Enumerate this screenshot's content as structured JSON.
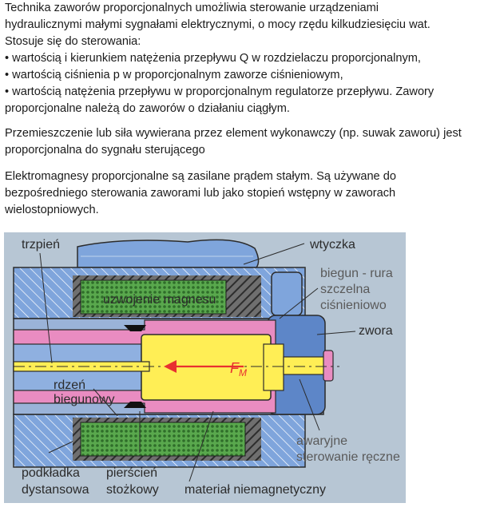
{
  "text": {
    "p1_lines": [
      "Technika zaworów proporcjonalnych umożliwia sterowanie urządzeniami",
      "hydraulicznymi małymi sygnałami elektrycznymi, o mocy rzędu kilkudziesięciu wat.",
      "Stosuje się do sterowania:",
      "• wartością i kierunkiem natężenia przepływu Q w rozdzielaczu proporcjonalnym,",
      "• wartością ciśnienia p w proporcjonalnym zaworze ciśnieniowym,",
      "• wartością natężenia przepływu w proporcjonalnym regulatorze przepływu. Zawory",
      "proporcjonalne należą do zaworów o działaniu ciągłym."
    ],
    "p2_lines": [
      "Przemieszczenie lub siła wywierana przez element wykonawczy (np. suwak zaworu) jest",
      "proporcjonalna do sygnału sterującego"
    ],
    "p3_lines": [
      "Elektromagnesy proporcjonalne są zasilane prądem stałym. Są używane do",
      "bezpośredniego sterowania zaworami lub jako stopień wstępny w zaworach",
      "wielostopniowych."
    ]
  },
  "figure": {
    "labels": {
      "trzpien": "trzpień",
      "wtyczka": "wtyczka",
      "biegun_1": "biegun - rura",
      "biegun_2": "szczelna",
      "biegun_3": "ciśnieniowo",
      "uzwojenie": "uzwojenie magnesu",
      "zwora": "zwora",
      "fm_main": "F",
      "fm_sub": "M",
      "rdzen_1": "rdzeń",
      "rdzen_2": "biegunowy",
      "awaryjne_1": "awaryjne",
      "awaryjne_2": "sterowanie ręczne",
      "podkladka_1": "podkładka",
      "podkladka_2": "dystansowa",
      "pierscien_1": "pierścień",
      "pierscien_2": "stożkowy",
      "material": "materiał niemagnetyczny"
    },
    "colors": {
      "background": "#b7c6d4",
      "housing": "#7fa5dc",
      "coil": "#59a84d",
      "hatch_dark": "#4a4a4a",
      "pink": "#e98cc1",
      "armature": "#ffee55",
      "arrow": "#e83030"
    }
  }
}
